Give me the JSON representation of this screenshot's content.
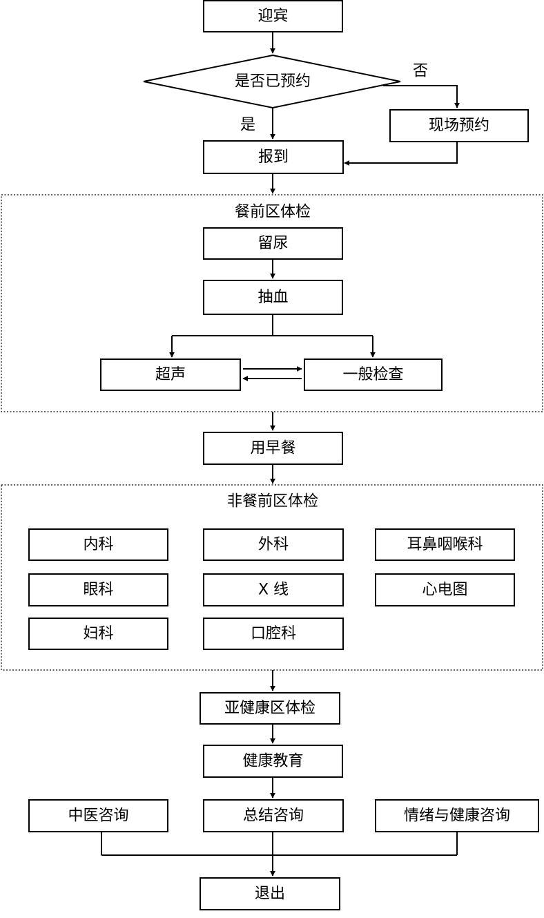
{
  "nodes": {
    "welcome": "迎宾",
    "booked_question": "是否已预约",
    "no_label": "否",
    "yes_label": "是",
    "onsite_booking": "现场预约",
    "checkin": "报到",
    "urine": "留尿",
    "blood": "抽血",
    "ultrasound": "超声",
    "general_exam": "一般检查",
    "breakfast": "用早餐",
    "subhealth": "亚健康区体检",
    "health_education": "健康教育",
    "tcm_consult": "中医咨询",
    "summary_consult": "总结咨询",
    "emotion_consult": "情绪与健康咨询",
    "exit": "退出"
  },
  "regions": {
    "fasting": {
      "title": "餐前区体检"
    },
    "non_fasting": {
      "title": "非餐前区体检",
      "departments": [
        "内科",
        "外科",
        "耳鼻咽喉科",
        "眼科",
        "X 线",
        "心电图",
        "妇科",
        "口腔科"
      ]
    }
  }
}
